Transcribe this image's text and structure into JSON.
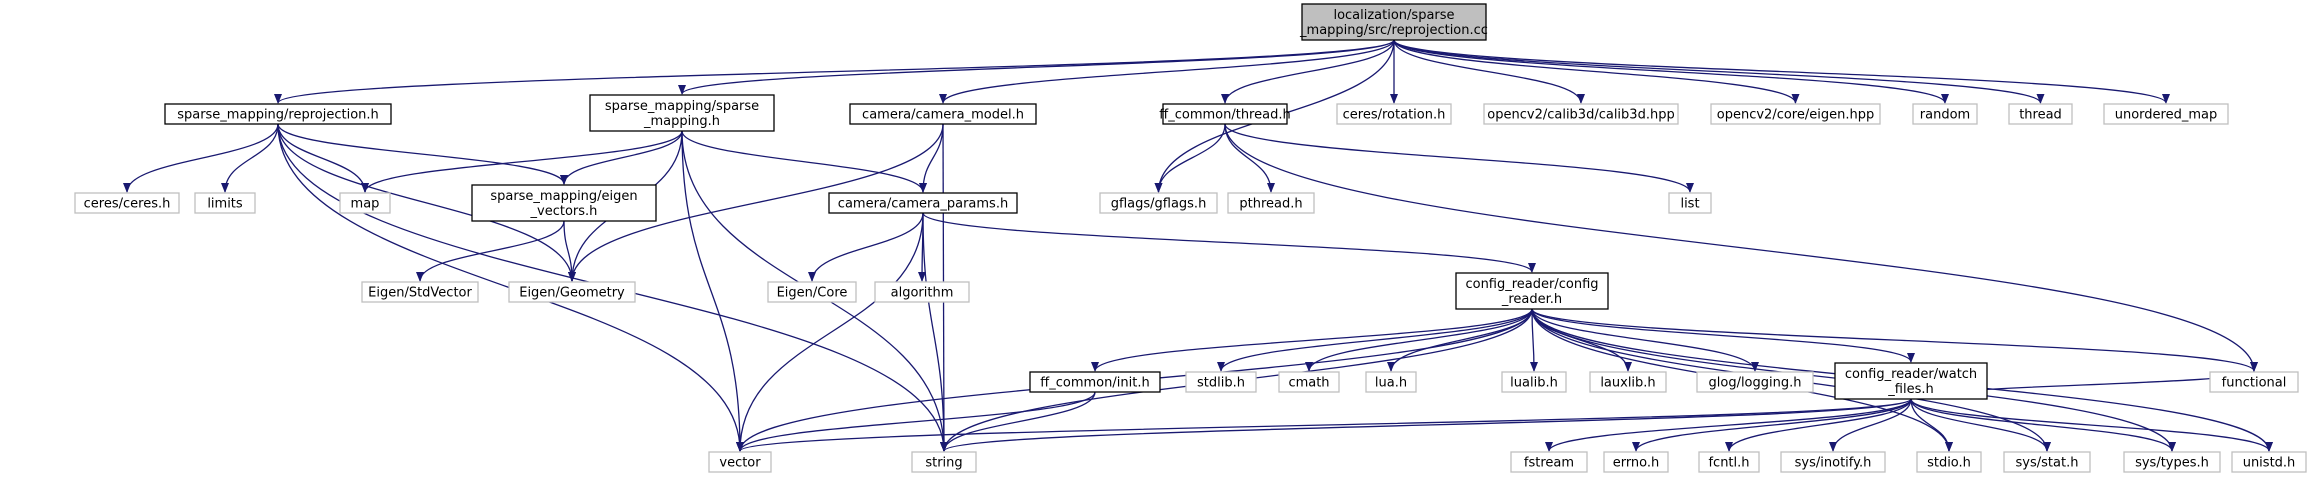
{
  "colors": {
    "edge": "#191970",
    "root_fill": "#bfbfbf",
    "root_border": "#000000",
    "documented_border": "#000000",
    "external_border": "#bfbfbf",
    "external_text": "#000000",
    "node_fill": "#ffffff"
  },
  "nodes": [
    {
      "id": "root",
      "lines": [
        "localization/sparse",
        "_mapping/src/reprojection.cc"
      ],
      "kind": "root"
    },
    {
      "id": "reproj_h",
      "lines": [
        "sparse_mapping/reprojection.h"
      ],
      "kind": "documented"
    },
    {
      "id": "sparse_mapping_h",
      "lines": [
        "sparse_mapping/sparse",
        "_mapping.h"
      ],
      "kind": "documented"
    },
    {
      "id": "camera_model_h",
      "lines": [
        "camera/camera_model.h"
      ],
      "kind": "documented"
    },
    {
      "id": "thread_h",
      "lines": [
        "ff_common/thread.h"
      ],
      "kind": "documented"
    },
    {
      "id": "ceres_rotation",
      "lines": [
        "ceres/rotation.h"
      ],
      "kind": "external"
    },
    {
      "id": "calib3d",
      "lines": [
        "opencv2/calib3d/calib3d.hpp"
      ],
      "kind": "external"
    },
    {
      "id": "cv_eigen",
      "lines": [
        "opencv2/core/eigen.hpp"
      ],
      "kind": "external"
    },
    {
      "id": "random",
      "lines": [
        "random"
      ],
      "kind": "external"
    },
    {
      "id": "thread",
      "lines": [
        "thread"
      ],
      "kind": "external"
    },
    {
      "id": "unordered_map",
      "lines": [
        "unordered_map"
      ],
      "kind": "external"
    },
    {
      "id": "ceres_h",
      "lines": [
        "ceres/ceres.h"
      ],
      "kind": "external"
    },
    {
      "id": "limits",
      "lines": [
        "limits"
      ],
      "kind": "external"
    },
    {
      "id": "map",
      "lines": [
        "map"
      ],
      "kind": "external"
    },
    {
      "id": "eigen_vectors_h",
      "lines": [
        "sparse_mapping/eigen",
        "_vectors.h"
      ],
      "kind": "documented"
    },
    {
      "id": "camera_params_h",
      "lines": [
        "camera/camera_params.h"
      ],
      "kind": "documented"
    },
    {
      "id": "gflags",
      "lines": [
        "gflags/gflags.h"
      ],
      "kind": "external"
    },
    {
      "id": "pthread",
      "lines": [
        "pthread.h"
      ],
      "kind": "external"
    },
    {
      "id": "list",
      "lines": [
        "list"
      ],
      "kind": "external"
    },
    {
      "id": "stdvector",
      "lines": [
        "Eigen/StdVector"
      ],
      "kind": "external"
    },
    {
      "id": "geometry",
      "lines": [
        "Eigen/Geometry"
      ],
      "kind": "external"
    },
    {
      "id": "eigen_core",
      "lines": [
        "Eigen/Core"
      ],
      "kind": "external"
    },
    {
      "id": "algorithm",
      "lines": [
        "algorithm"
      ],
      "kind": "external"
    },
    {
      "id": "config_reader_h",
      "lines": [
        "config_reader/config",
        "_reader.h"
      ],
      "kind": "documented"
    },
    {
      "id": "functional",
      "lines": [
        "functional"
      ],
      "kind": "external"
    },
    {
      "id": "init_h",
      "lines": [
        "ff_common/init.h"
      ],
      "kind": "documented"
    },
    {
      "id": "stdlib",
      "lines": [
        "stdlib.h"
      ],
      "kind": "external"
    },
    {
      "id": "cmath",
      "lines": [
        "cmath"
      ],
      "kind": "external"
    },
    {
      "id": "lua",
      "lines": [
        "lua.h"
      ],
      "kind": "external"
    },
    {
      "id": "lualib",
      "lines": [
        "lualib.h"
      ],
      "kind": "external"
    },
    {
      "id": "lauxlib",
      "lines": [
        "lauxlib.h"
      ],
      "kind": "external"
    },
    {
      "id": "glog",
      "lines": [
        "glog/logging.h"
      ],
      "kind": "external"
    },
    {
      "id": "watch_files_h",
      "lines": [
        "config_reader/watch",
        "_files.h"
      ],
      "kind": "documented"
    },
    {
      "id": "vector",
      "lines": [
        "vector"
      ],
      "kind": "external"
    },
    {
      "id": "string",
      "lines": [
        "string"
      ],
      "kind": "external"
    },
    {
      "id": "fstream",
      "lines": [
        "fstream"
      ],
      "kind": "external"
    },
    {
      "id": "errno",
      "lines": [
        "errno.h"
      ],
      "kind": "external"
    },
    {
      "id": "fcntl",
      "lines": [
        "fcntl.h"
      ],
      "kind": "external"
    },
    {
      "id": "inotify",
      "lines": [
        "sys/inotify.h"
      ],
      "kind": "external"
    },
    {
      "id": "stdio",
      "lines": [
        "stdio.h"
      ],
      "kind": "external"
    },
    {
      "id": "sys_stat",
      "lines": [
        "sys/stat.h"
      ],
      "kind": "external"
    },
    {
      "id": "sys_types",
      "lines": [
        "sys/types.h"
      ],
      "kind": "external"
    },
    {
      "id": "unistd",
      "lines": [
        "unistd.h"
      ],
      "kind": "external"
    }
  ],
  "edges": [
    [
      "root",
      "reproj_h"
    ],
    [
      "root",
      "sparse_mapping_h"
    ],
    [
      "root",
      "camera_model_h"
    ],
    [
      "root",
      "thread_h"
    ],
    [
      "root",
      "ceres_rotation"
    ],
    [
      "root",
      "calib3d"
    ],
    [
      "root",
      "cv_eigen"
    ],
    [
      "root",
      "random"
    ],
    [
      "root",
      "thread"
    ],
    [
      "root",
      "unordered_map"
    ],
    [
      "root",
      "gflags"
    ],
    [
      "reproj_h",
      "ceres_h"
    ],
    [
      "reproj_h",
      "limits"
    ],
    [
      "reproj_h",
      "map"
    ],
    [
      "reproj_h",
      "eigen_vectors_h"
    ],
    [
      "reproj_h",
      "geometry"
    ],
    [
      "reproj_h",
      "vector"
    ],
    [
      "reproj_h",
      "string"
    ],
    [
      "sparse_mapping_h",
      "map"
    ],
    [
      "sparse_mapping_h",
      "eigen_vectors_h"
    ],
    [
      "sparse_mapping_h",
      "geometry"
    ],
    [
      "sparse_mapping_h",
      "camera_params_h"
    ],
    [
      "sparse_mapping_h",
      "vector"
    ],
    [
      "sparse_mapping_h",
      "string"
    ],
    [
      "camera_model_h",
      "camera_params_h"
    ],
    [
      "camera_model_h",
      "geometry"
    ],
    [
      "camera_model_h",
      "string"
    ],
    [
      "thread_h",
      "gflags"
    ],
    [
      "thread_h",
      "pthread"
    ],
    [
      "thread_h",
      "list"
    ],
    [
      "thread_h",
      "functional"
    ],
    [
      "eigen_vectors_h",
      "stdvector"
    ],
    [
      "eigen_vectors_h",
      "geometry"
    ],
    [
      "camera_params_h",
      "eigen_core"
    ],
    [
      "camera_params_h",
      "algorithm"
    ],
    [
      "camera_params_h",
      "config_reader_h"
    ],
    [
      "camera_params_h",
      "vector"
    ],
    [
      "camera_params_h",
      "string"
    ],
    [
      "config_reader_h",
      "init_h"
    ],
    [
      "config_reader_h",
      "stdlib"
    ],
    [
      "config_reader_h",
      "cmath"
    ],
    [
      "config_reader_h",
      "lua"
    ],
    [
      "config_reader_h",
      "lualib"
    ],
    [
      "config_reader_h",
      "lauxlib"
    ],
    [
      "config_reader_h",
      "glog"
    ],
    [
      "config_reader_h",
      "watch_files_h"
    ],
    [
      "config_reader_h",
      "vector"
    ],
    [
      "config_reader_h",
      "string"
    ],
    [
      "config_reader_h",
      "functional"
    ],
    [
      "config_reader_h",
      "stdio"
    ],
    [
      "config_reader_h",
      "sys_stat"
    ],
    [
      "config_reader_h",
      "sys_types"
    ],
    [
      "config_reader_h",
      "unistd"
    ],
    [
      "init_h",
      "vector"
    ],
    [
      "init_h",
      "string"
    ],
    [
      "watch_files_h",
      "vector"
    ],
    [
      "watch_files_h",
      "string"
    ],
    [
      "watch_files_h",
      "fstream"
    ],
    [
      "watch_files_h",
      "errno"
    ],
    [
      "watch_files_h",
      "fcntl"
    ],
    [
      "watch_files_h",
      "inotify"
    ],
    [
      "watch_files_h",
      "stdio"
    ],
    [
      "watch_files_h",
      "sys_stat"
    ],
    [
      "watch_files_h",
      "sys_types"
    ],
    [
      "watch_files_h",
      "unistd"
    ],
    [
      "watch_files_h",
      "functional"
    ]
  ]
}
